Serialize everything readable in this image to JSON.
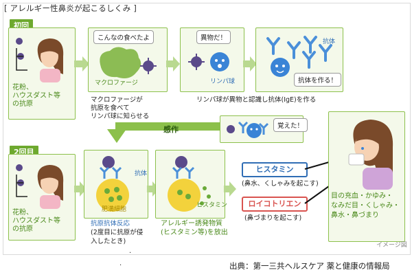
{
  "title": "[ アレルギー性鼻炎が起こるしくみ ]",
  "stage1": {
    "label": "初回",
    "allergen_text": [
      "花粉、",
      "ハウスダスト等",
      "の抗原"
    ]
  },
  "macrophage": {
    "speech": "こんなの食べたよ",
    "name": "マクロファージ",
    "caption": [
      "マクロファージが",
      "抗原を食べて",
      "リンパ球に知らせる"
    ]
  },
  "lymphocyte": {
    "speech": "異物だ！",
    "name": "リンパ球"
  },
  "antibody": {
    "label": "抗体",
    "speech": "抗体を作る！",
    "caption": "リンパ球が異物と認識し抗体(IgE)を作る"
  },
  "sensitization": {
    "label": "感作",
    "speech": "覚えた！"
  },
  "stage2": {
    "label": "2回目",
    "allergen_text": [
      "花粉、",
      "ハウスダスト等",
      "の抗原"
    ]
  },
  "mast_cell": {
    "antibody_label": "抗体",
    "cell_label": "肥満細胞",
    "caption": [
      "抗原抗体反応",
      "(2度目に抗原が侵",
      "入したとき)"
    ]
  },
  "release": {
    "label": "ヒスタミン",
    "caption": [
      "アレルギー誘発物質",
      "(ヒスタミン等)を放出"
    ]
  },
  "histamine": {
    "name": "ヒスタミン",
    "effect": "(鼻水、くしゃみを起こす)",
    "color": "#2f6db5"
  },
  "leukotriene": {
    "name": "ロイコトリエン",
    "effect": "(鼻づまりを起こす)",
    "color": "#d9534f"
  },
  "symptoms": [
    "目の充血・かゆみ・",
    "なみだ目・くしゃみ・",
    "鼻水・鼻づまり"
  ],
  "image_note": "イメージ図",
  "dots": [
    ".",
    "."
  ],
  "source": "出典：第一三共ヘルスケア 薬と健康の情報局",
  "colors": {
    "green_frame": "#8cc04b",
    "green_label": "#6ea92f",
    "panel_bg": "#f4f9ea"
  }
}
